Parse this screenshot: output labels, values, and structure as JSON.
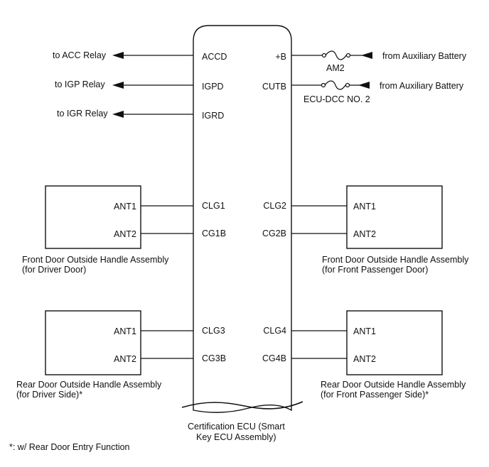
{
  "ecu": {
    "caption_line1": "Certification ECU (Smart",
    "caption_line2": "Key ECU Assembly)",
    "pins_left": [
      "ACCD",
      "IGPD",
      "IGRD",
      "CLG1",
      "CG1B",
      "CLG3",
      "CG3B"
    ],
    "pins_right": [
      "+B",
      "CUTB",
      "CLG2",
      "CG2B",
      "CLG4",
      "CG4B"
    ]
  },
  "outputs": {
    "acc": "to ACC Relay",
    "igp": "to IGP Relay",
    "igr": "to IGR Relay"
  },
  "inputs": {
    "batt1": "from Auxiliary Battery",
    "fuse1": "AM2",
    "batt2": "from Auxiliary Battery",
    "fuse2": "ECU-DCC NO. 2"
  },
  "modules": {
    "front_driver": {
      "pin1": "ANT1",
      "pin2": "ANT2",
      "label1": "Front Door Outside Handle Assembly",
      "label2": "(for Driver Door)"
    },
    "front_passenger": {
      "pin1": "ANT1",
      "pin2": "ANT2",
      "label1": "Front Door Outside Handle Assembly",
      "label2": "(for Front Passenger Door)"
    },
    "rear_driver": {
      "pin1": "ANT1",
      "pin2": "ANT2",
      "label1": "Rear Door Outside Handle Assembly",
      "label2": "(for Driver Side)*"
    },
    "rear_passenger": {
      "pin1": "ANT1",
      "pin2": "ANT2",
      "label1": "Rear Door Outside Handle Assembly",
      "label2": "(for Front Passenger Side)*"
    }
  },
  "footnote": "*: w/ Rear Door Entry Function"
}
